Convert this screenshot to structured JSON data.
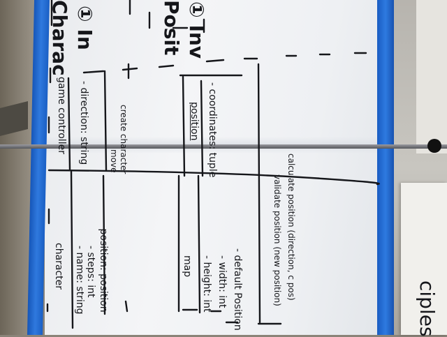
{
  "whiteboard": {
    "classes": {
      "game_controller": {
        "name": "game controller",
        "attributes": [
          "- direction: string"
        ],
        "methods": [
          "move",
          "create character"
        ]
      },
      "position": {
        "name": "position",
        "attributes": [
          "- coordinates: tuple"
        ],
        "methods": [
          "validate position (new position)",
          "calculate position (direction, c pos)"
        ]
      },
      "character": {
        "name": "character",
        "attributes": [
          "- name: string",
          "- steps: int",
          "- position: position"
        ]
      },
      "map": {
        "name": "map",
        "attributes": [
          "- height: int",
          "- width: int",
          "- default Position"
        ]
      }
    },
    "edge_text": {
      "top_right_1": "Charac",
      "top_right_2": "① In",
      "top_right_3": "Posit",
      "top_right_4": "① Inv",
      "paper_bottom": "ciples"
    }
  },
  "colors": {
    "tape": "#2f79de",
    "ink": "#15161a",
    "board": "#f1f2f4"
  }
}
